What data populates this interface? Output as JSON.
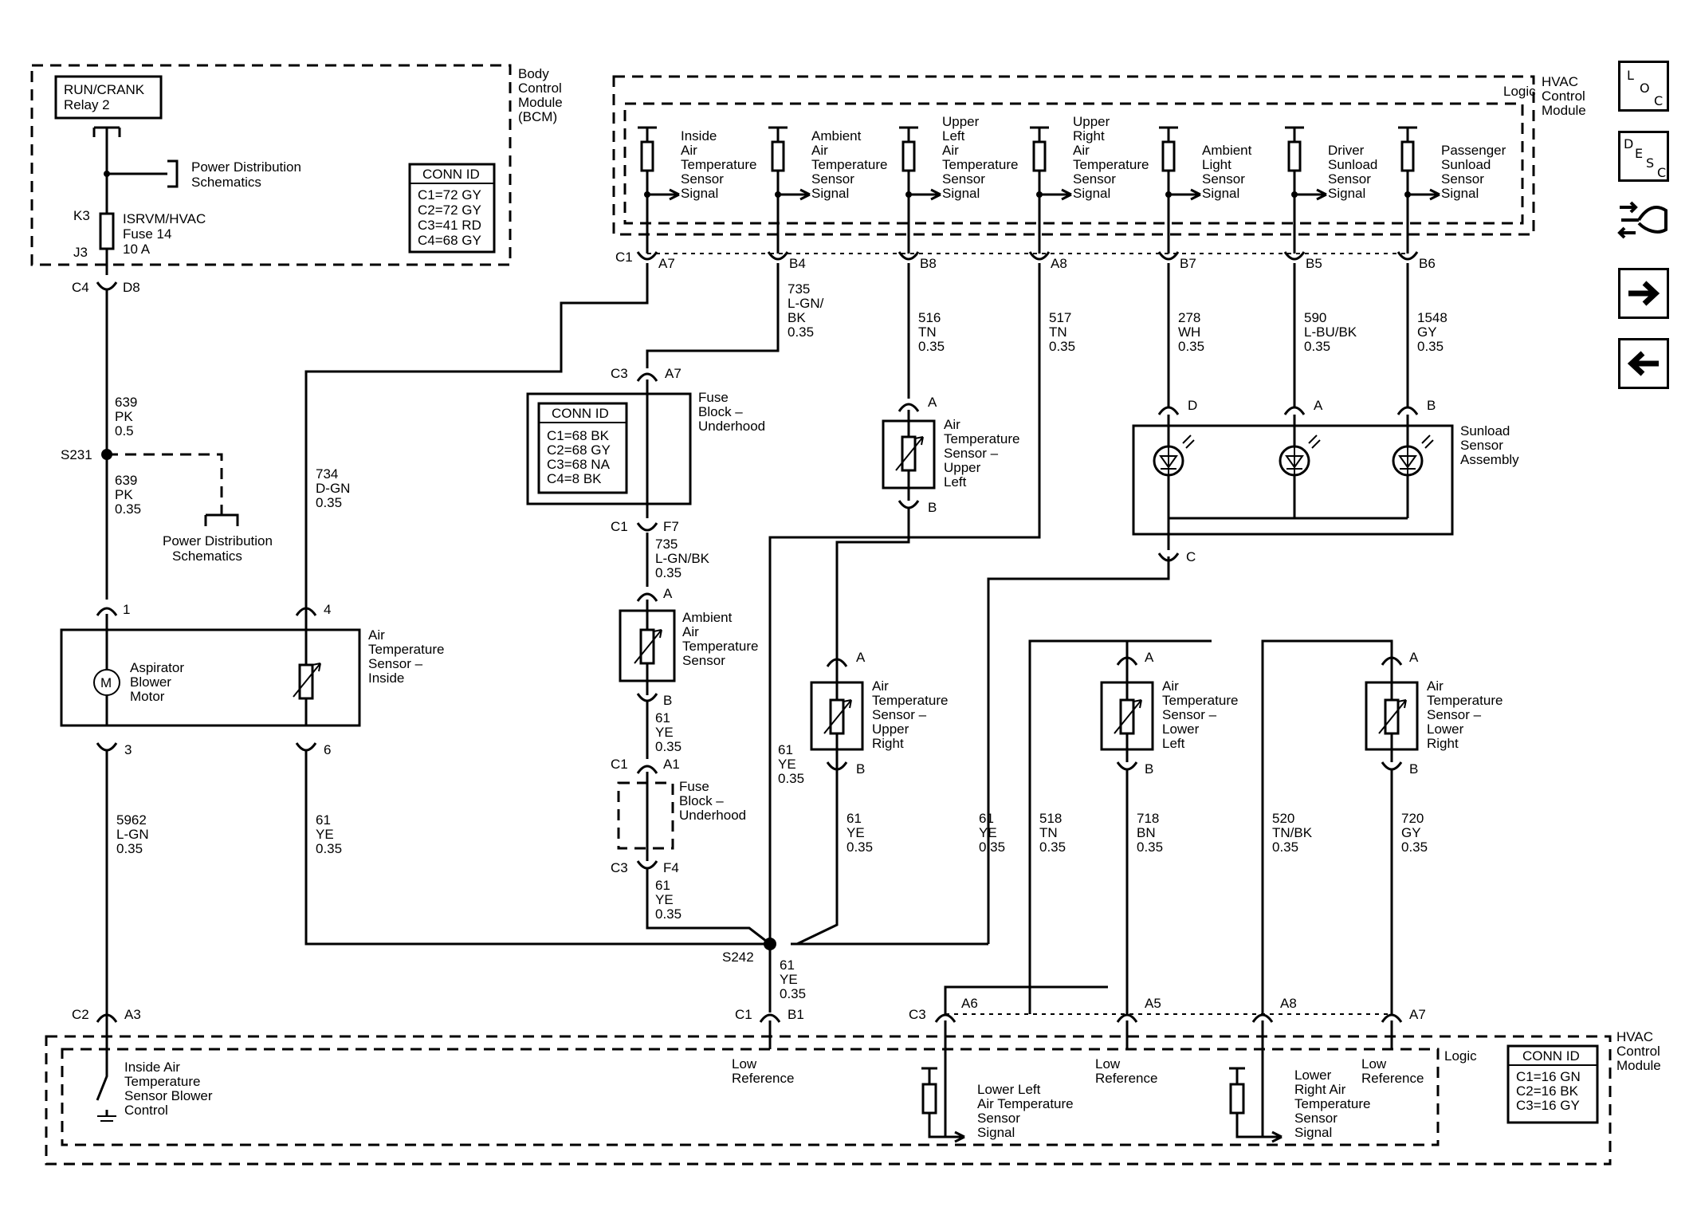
{
  "bcm": {
    "title": [
      "Body",
      "Control",
      "Module",
      "(BCM)"
    ],
    "relay": [
      "RUN/CRANK",
      "Relay 2"
    ],
    "power_dist": [
      "Power Distribution",
      "Schematics"
    ],
    "fuse_pins": [
      "K3",
      "J3"
    ],
    "fuse_name": [
      "ISRVM/HVAC",
      "Fuse 14",
      "10 A"
    ],
    "conn_id_title": "CONN ID",
    "conn_id": [
      "C1=72 GY",
      "C2=72 GY",
      "C3=41 RD",
      "C4=68 GY"
    ],
    "out_conn": [
      "C4",
      "D8"
    ]
  },
  "left_wire": {
    "w1": [
      "639",
      "PK",
      "0.5"
    ],
    "splice": "S231",
    "w2": [
      "639",
      "PK",
      "0.35"
    ],
    "power_dist": [
      "Power Distribution",
      "Schematics"
    ]
  },
  "aspirator": {
    "motor_symbol": "M",
    "motor_label": [
      "Aspirator",
      "Blower",
      "Motor"
    ],
    "sensor_label": [
      "Air",
      "Temperature",
      "Sensor –",
      "Inside"
    ],
    "pins_top": [
      "1",
      "4"
    ],
    "pins_bottom": [
      "3",
      "6"
    ],
    "wire_3": [
      "5962",
      "L-GN",
      "0.35"
    ],
    "wire_6": [
      "61",
      "YE",
      "0.35"
    ],
    "wire_4": [
      "734",
      "D-GN",
      "0.35"
    ]
  },
  "hvac_top": {
    "logic": "Logic",
    "title": [
      "HVAC",
      "Control",
      "Module"
    ],
    "conn": "C1",
    "signals": [
      {
        "label": [
          "Inside",
          "Air",
          "Temperature",
          "Sensor",
          "Signal"
        ],
        "pin": "A7"
      },
      {
        "label": [
          "Ambient",
          "Air",
          "Temperature",
          "Sensor",
          "Signal"
        ],
        "pin": "B4"
      },
      {
        "label": [
          "Upper",
          "Left",
          "Air",
          "Temperature",
          "Sensor",
          "Signal"
        ],
        "pin": "B8"
      },
      {
        "label": [
          "Upper",
          "Right",
          "Air",
          "Temperature",
          "Sensor",
          "Signal"
        ],
        "pin": "A8"
      },
      {
        "label": [
          "Ambient",
          "Light",
          "Sensor",
          "Signal"
        ],
        "pin": "B7"
      },
      {
        "label": [
          "Driver",
          "Sunload",
          "Sensor",
          "Signal"
        ],
        "pin": "B5"
      },
      {
        "label": [
          "Passenger",
          "Sunload",
          "Sensor",
          "Signal"
        ],
        "pin": "B6"
      }
    ],
    "wires": [
      [
        "735",
        "L-GN/",
        "BK",
        "0.35"
      ],
      [
        "516",
        "TN",
        "0.35"
      ],
      [
        "517",
        "TN",
        "0.35"
      ],
      [
        "278",
        "WH",
        "0.35"
      ],
      [
        "590",
        "L-BU/BK",
        "0.35"
      ],
      [
        "1548",
        "GY",
        "0.35"
      ]
    ]
  },
  "fuse_block": {
    "c3": [
      "C3",
      "A7"
    ],
    "label": [
      "Fuse",
      "Block –",
      "Underhood"
    ],
    "conn_id_title": "CONN ID",
    "conn_id": [
      "C1=68 BK",
      "C2=68 GY",
      "C3=68 NA",
      "C4=8 BK"
    ],
    "c1": [
      "C1",
      "F7"
    ],
    "wire": [
      "735",
      "L-GN/BK",
      "0.35"
    ]
  },
  "ambient_sensor": {
    "pin_a": "A",
    "pin_b": "B",
    "label": [
      "Ambient",
      "Air",
      "Temperature",
      "Sensor"
    ],
    "wire": [
      "61",
      "YE",
      "0.35"
    ]
  },
  "fuse_block2": {
    "c1": [
      "C1",
      "A1"
    ],
    "label": [
      "Fuse",
      "Block –",
      "Underhood"
    ],
    "c3": [
      "C3",
      "F4"
    ],
    "wire": [
      "61",
      "YE",
      "0.35"
    ]
  },
  "sensor_upper_left": {
    "pin_a": "A",
    "pin_b": "B",
    "label": [
      "Air",
      "Temperature",
      "Sensor –",
      "Upper",
      "Left"
    ]
  },
  "sensor_upper_right": {
    "pin_a": "A",
    "pin_b": "B",
    "label": [
      "Air",
      "Temperature",
      "Sensor –",
      "Upper",
      "Right"
    ],
    "wire": [
      "61",
      "YE",
      "0.35"
    ]
  },
  "center_wires": {
    "w_upper_left": [
      "61",
      "YE",
      "0.35"
    ],
    "w_upper_right": [
      "61",
      "YE",
      "0.35"
    ],
    "splice": "S242",
    "w_bottom": [
      "61",
      "YE",
      "0.35"
    ]
  },
  "sunload": {
    "pins": [
      "D",
      "A",
      "B"
    ],
    "label": [
      "Sunload",
      "Sensor",
      "Assembly"
    ],
    "pin_c": "C"
  },
  "sensor_lower_left": {
    "pin_a": "A",
    "pin_b": "B",
    "label": [
      "Air",
      "Temperature",
      "Sensor –",
      "Lower",
      "Left"
    ],
    "wire_sig": [
      "518",
      "TN",
      "0.35"
    ],
    "wire_ref": [
      "718",
      "BN",
      "0.35"
    ]
  },
  "sensor_lower_right": {
    "pin_a": "A",
    "pin_b": "B",
    "label": [
      "Air",
      "Temperature",
      "Sensor –",
      "Lower",
      "Right"
    ],
    "wire_sig": [
      "520",
      "TN/BK",
      "0.35"
    ],
    "wire_ref": [
      "720",
      "GY",
      "0.35"
    ]
  },
  "hvac_bottom": {
    "title": [
      "HVAC",
      "Control",
      "Module"
    ],
    "logic": "Logic",
    "conn_id_title": "CONN ID",
    "conn_id": [
      "C1=16 GN",
      "C2=16 BK",
      "C3=16 GY"
    ],
    "c2": [
      "C2",
      "A3"
    ],
    "c1": [
      "C1",
      "B1"
    ],
    "c3": [
      "C3",
      "A6"
    ],
    "a5": "A5",
    "a8": "A8",
    "a7": "A7",
    "blower_ctrl": [
      "Inside Air",
      "Temperature",
      "Sensor Blower",
      "Control"
    ],
    "low_ref": [
      "Low",
      "Reference"
    ],
    "lower_left_sig": [
      "Lower Left",
      "Air Temperature",
      "Sensor",
      "Signal"
    ],
    "lower_right_sig": [
      "Lower",
      "Right Air",
      "Temperature",
      "Sensor",
      "Signal"
    ]
  },
  "nav": {
    "loc": [
      "L",
      "O",
      "C"
    ],
    "desc": [
      "D",
      "E",
      "S",
      "C"
    ],
    "icons": [
      "wiring-harness-icon",
      "arrow-right-icon",
      "arrow-left-icon"
    ]
  }
}
